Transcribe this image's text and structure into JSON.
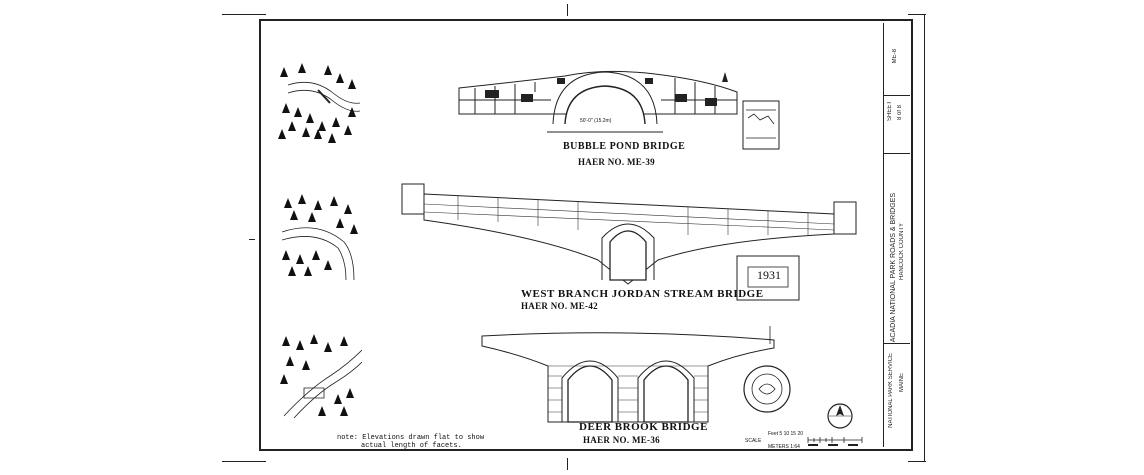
{
  "bridges": [
    {
      "name": "BUBBLE POND BRIDGE",
      "haer": "HAER NO. ME-39",
      "dimension": "50'-0\" (15.2m)"
    },
    {
      "name": "WEST BRANCH JORDAN STREAM BRIDGE",
      "haer": "HAER NO. ME-42",
      "date_stone": "1931"
    },
    {
      "name": "DEER BROOK BRIDGE",
      "haer": "HAER NO. ME-36"
    }
  ],
  "note": {
    "line1": "note:  Elevations drawn flat to show",
    "line2": "actual length of facets."
  },
  "scale": {
    "label": "SCALE",
    "feet": "Feet  5  10  15  20",
    "ratio": "METERS  1:64"
  },
  "title_block": {
    "sheet_title": "ACADIA NATIONAL PARK ROADS & BRIDGES",
    "county": "HANCOCK COUNTY",
    "state": "MAINE",
    "agency": "NATIONAL PARK SERVICE",
    "haer_no": "ME-8",
    "sheet_label": "SHEET",
    "sheet_no": "8 of 8"
  }
}
